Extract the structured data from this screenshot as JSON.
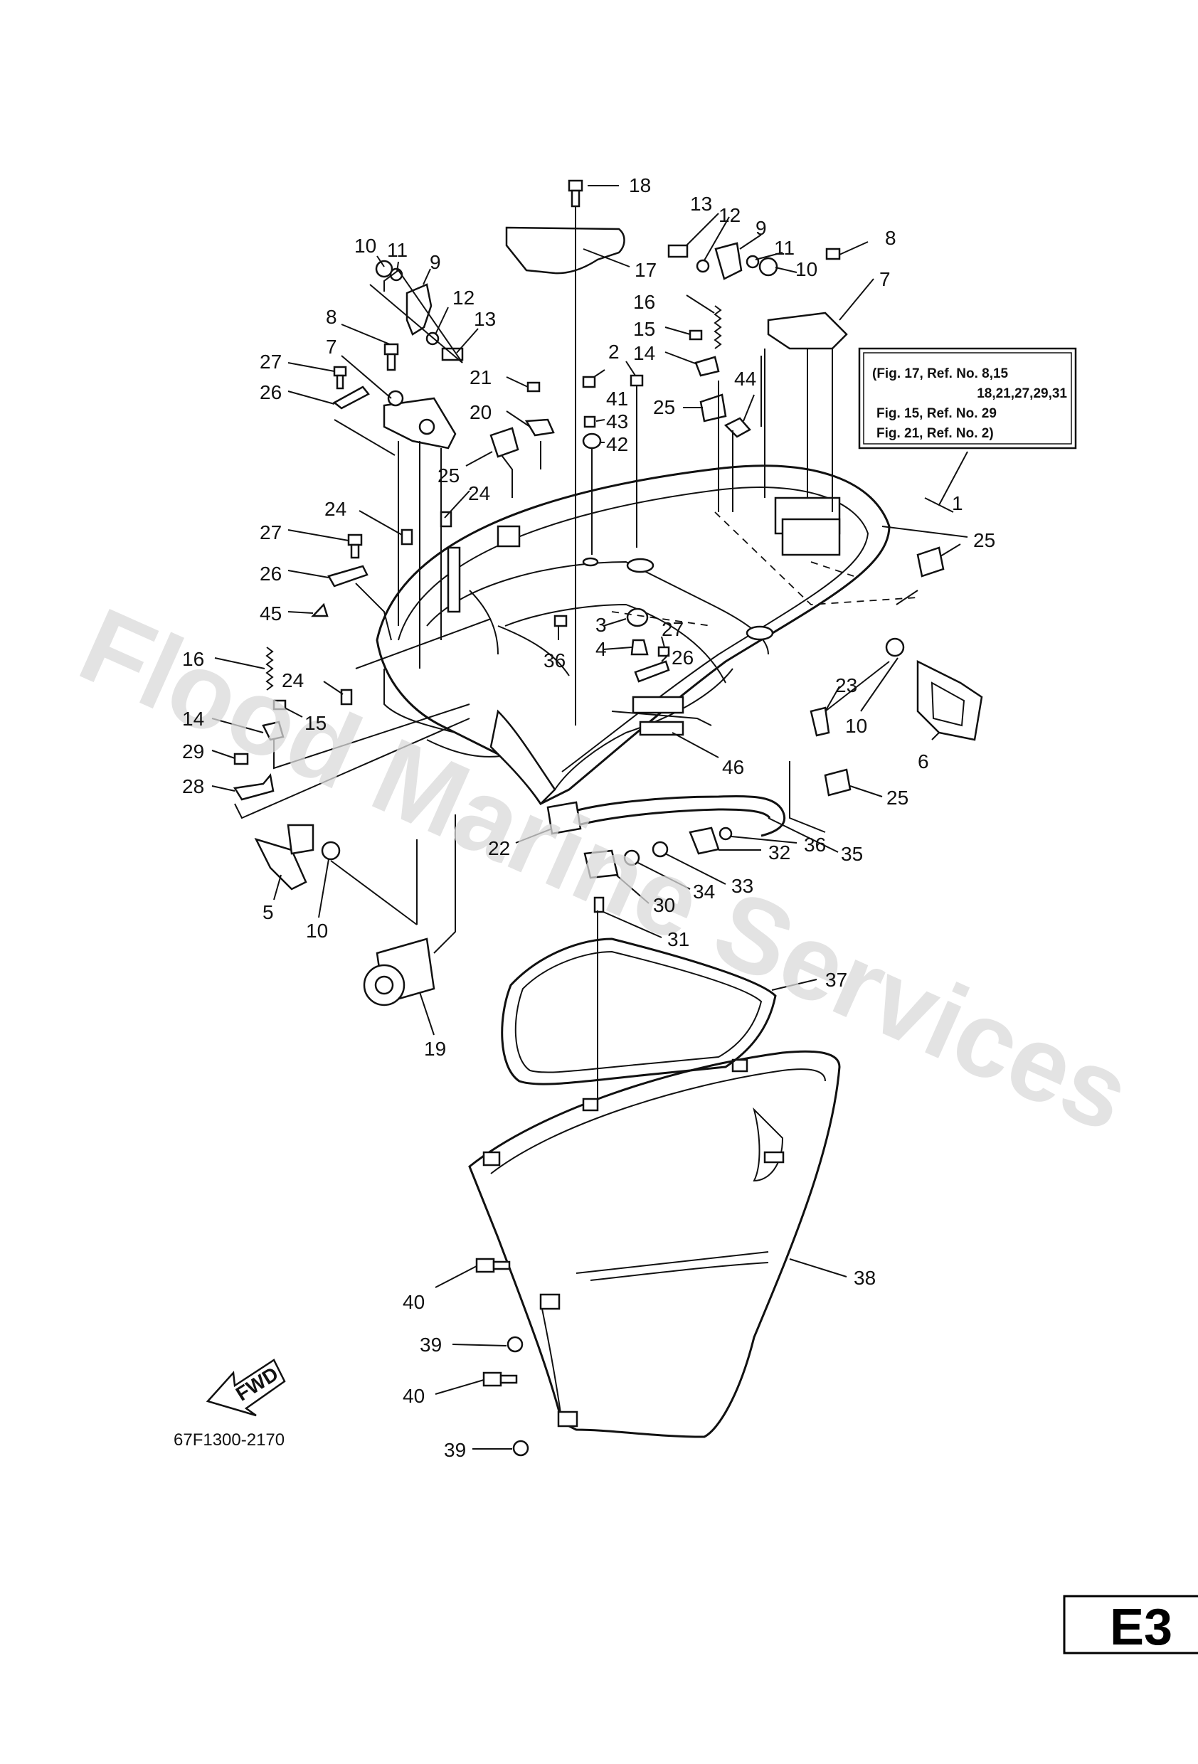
{
  "watermark": "Flood Marine Services",
  "note_box": {
    "lines": [
      "(Fig. 17, Ref. No. 8,15",
      "18,21,27,29,31",
      "Fig. 15, Ref. No. 29",
      "Fig. 21, Ref. No. 2)"
    ]
  },
  "drawing_code": "67F1300-2170",
  "fwd_label": "FWD",
  "section_tag": "E3",
  "callouts": [
    "1",
    "2",
    "3",
    "4",
    "5",
    "6",
    "7",
    "7",
    "8",
    "8",
    "9",
    "9",
    "10",
    "10",
    "10",
    "10",
    "11",
    "11",
    "12",
    "12",
    "13",
    "13",
    "14",
    "14",
    "15",
    "15",
    "16",
    "16",
    "17",
    "18",
    "19",
    "20",
    "21",
    "22",
    "23",
    "24",
    "24",
    "24",
    "25",
    "25",
    "25",
    "25",
    "26",
    "26",
    "26",
    "27",
    "27",
    "27",
    "28",
    "29",
    "30",
    "31",
    "32",
    "33",
    "34",
    "35",
    "36",
    "36",
    "37",
    "38",
    "39",
    "39",
    "40",
    "40",
    "41",
    "42",
    "43",
    "44",
    "45",
    "46"
  ]
}
